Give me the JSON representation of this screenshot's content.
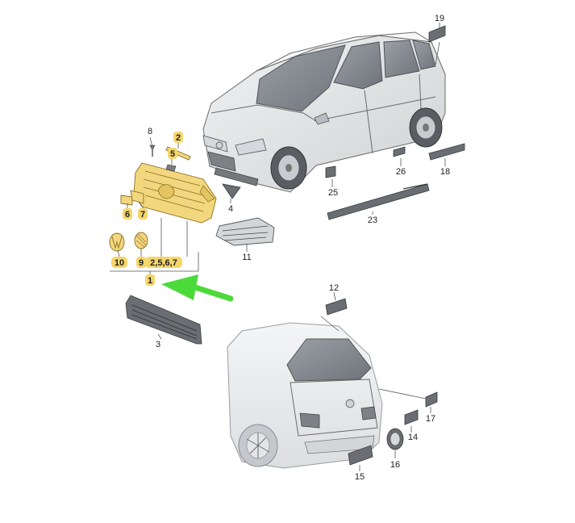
{
  "callouts": {
    "c1": "1",
    "c2": "2",
    "c2567": "2,5,6,7",
    "c3": "3",
    "c4": "4",
    "c5": "5",
    "c6": "6",
    "c7": "7",
    "c8": "8",
    "c9": "9",
    "c10": "10",
    "c11": "11",
    "c12": "12",
    "c14": "14",
    "c15": "15",
    "c16": "16",
    "c17": "17",
    "c18": "18",
    "c19": "19",
    "c23": "23",
    "c25": "25",
    "c26": "26"
  },
  "colors": {
    "highlight": "#f3d77e",
    "badge": "#f5d66b",
    "arrow": "#4cd93a",
    "part_dark": "#6a6e72",
    "car_body": "#e6e7e9",
    "car_glass": "#8b8f94"
  },
  "icons": {
    "pointer_arrow": "green-arrow-icon",
    "logo_badge": "vw-logo-icon"
  }
}
